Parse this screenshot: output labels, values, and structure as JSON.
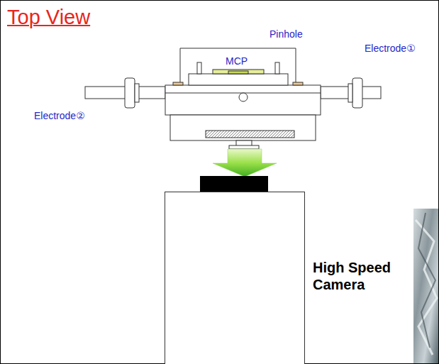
{
  "diagram": {
    "title": "Top View",
    "nodes": [
      {
        "text": [
          "High Speed Camera"
        ]
      }
    ],
    "labels": [
      "Pinhole",
      "MCP",
      "Electrode①",
      "Electrode②"
    ]
  }
}
